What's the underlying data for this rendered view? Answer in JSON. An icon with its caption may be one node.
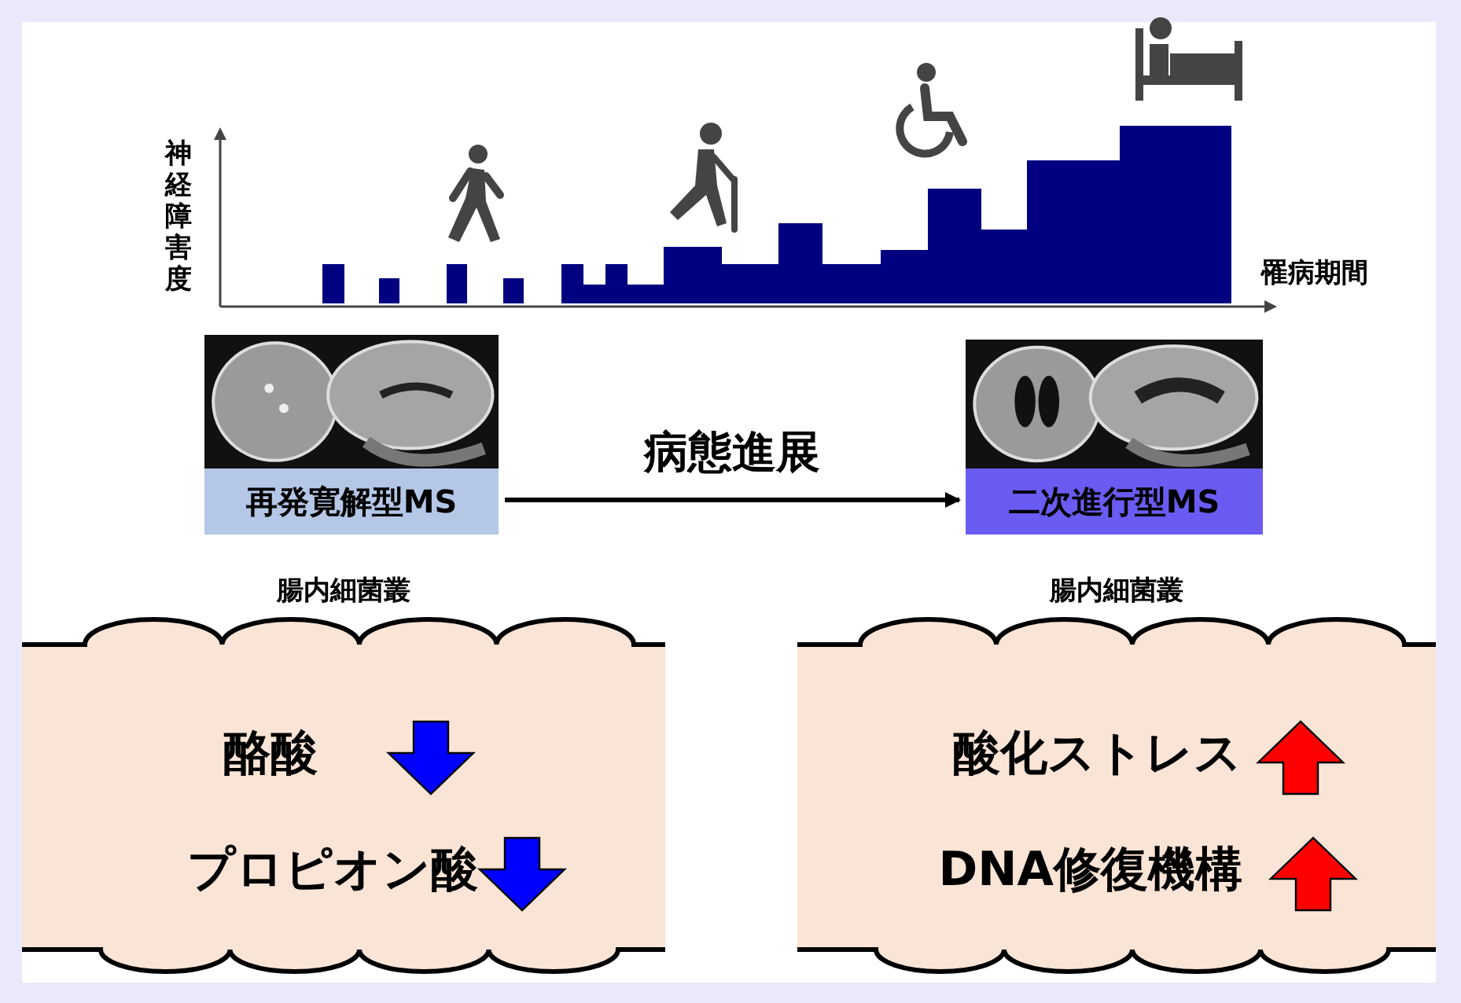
{
  "diagram": {
    "nodes": [
      {
        "text": [
          "再発寛解型MS"
        ]
      },
      {
        "text": [
          "二次進行型MS"
        ]
      },
      {
        "text": [
          "腸内細菌叢",
          "酪酸",
          "プロピオン酸"
        ]
      },
      {
        "text": [
          "腸内細菌叢",
          "酸化ストレス",
          "DNA修復機構"
        ]
      }
    ],
    "edges": [
      {
        "from": 0,
        "to": 1,
        "arrow": "to",
        "label": "病態進展"
      }
    ],
    "labels": [
      "神経障害度",
      "罹病期間"
    ]
  }
}
